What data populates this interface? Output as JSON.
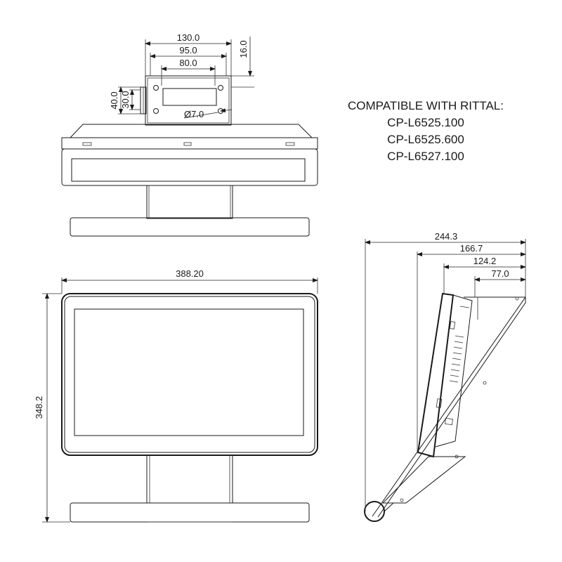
{
  "compat": {
    "heading": "COMPATIBLE WITH RITTAL:",
    "models": [
      "CP-L6525.100",
      "CP-L6525.600",
      "CP-L6527.100"
    ]
  },
  "top_view_dims": {
    "width_outer": "130.0",
    "width_mid": "95.0",
    "width_inner": "80.0",
    "height_side": "16.0",
    "height_outer": "40.0",
    "height_inner": "30.0",
    "hole_diameter": "Ø7.0"
  },
  "front_view_dims": {
    "width": "388.20",
    "height": "348.2"
  },
  "side_view_dims": {
    "depth_total": "244.3",
    "depth_2": "166.7",
    "depth_3": "124.2",
    "depth_4": "77.0"
  }
}
